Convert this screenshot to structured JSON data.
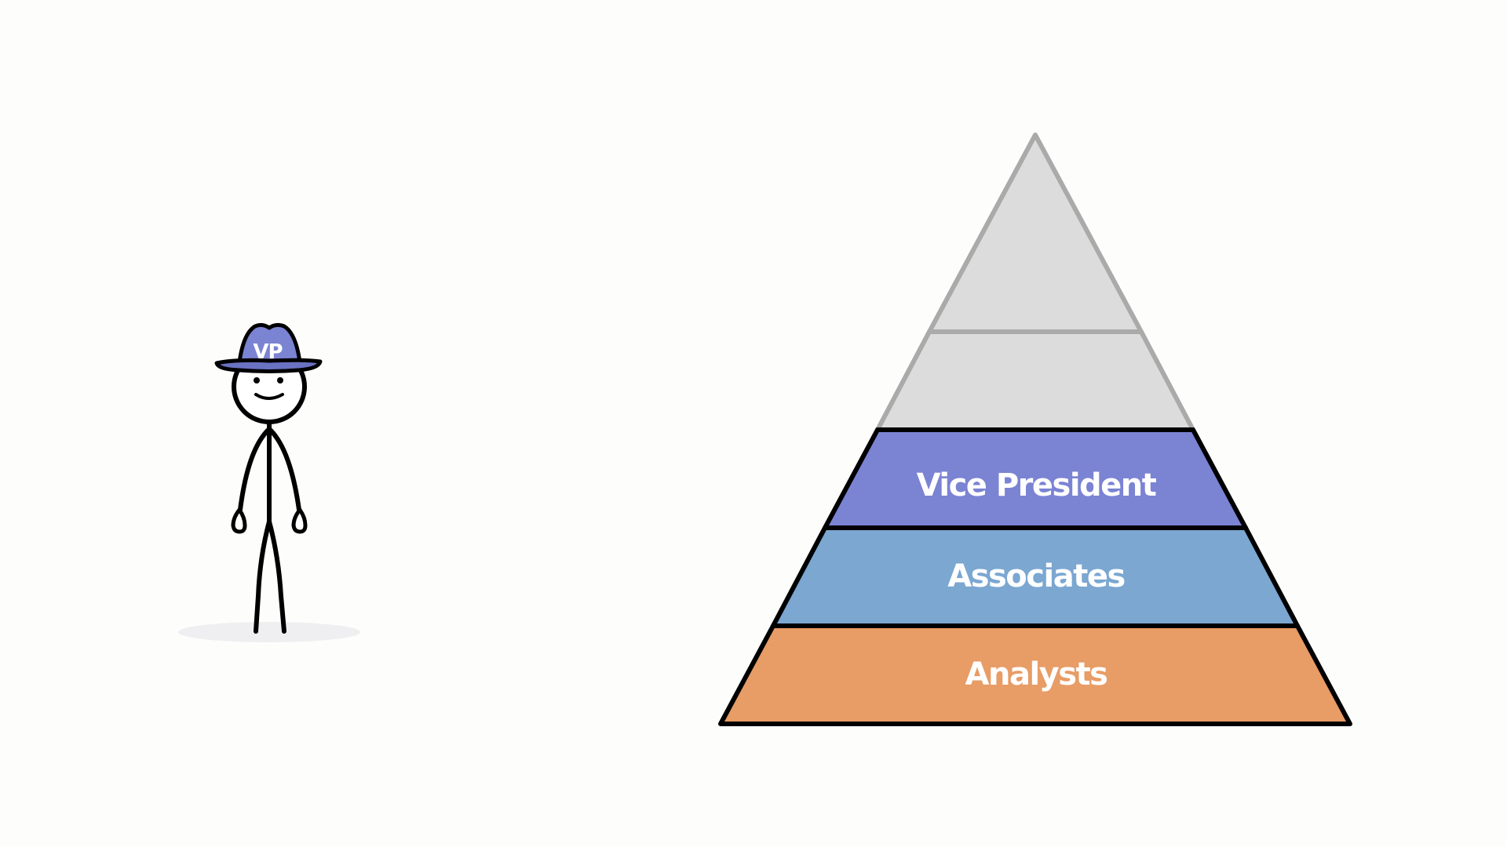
{
  "character": {
    "hat_label": "VP",
    "hat_color": "#7b83d3"
  },
  "pyramid": {
    "levels": [
      {
        "label": "",
        "color": "#dcdcdd",
        "stroke": "#aaaaaa",
        "state": "inactive"
      },
      {
        "label": "",
        "color": "#dcdcdd",
        "stroke": "#aaaaaa",
        "state": "inactive"
      },
      {
        "label": "Vice President",
        "color": "#7b83d3",
        "stroke": "#000000",
        "state": "active"
      },
      {
        "label": "Associates",
        "color": "#7ba7d1",
        "stroke": "#000000",
        "state": "active"
      },
      {
        "label": "Analysts",
        "color": "#e89c66",
        "stroke": "#000000",
        "state": "active"
      }
    ]
  },
  "colors": {
    "background": "#fdfdfc",
    "inactive_fill": "#dcdcdd",
    "inactive_stroke": "#aaaaaa",
    "outline": "#000000",
    "shadow": "#efeff1"
  }
}
